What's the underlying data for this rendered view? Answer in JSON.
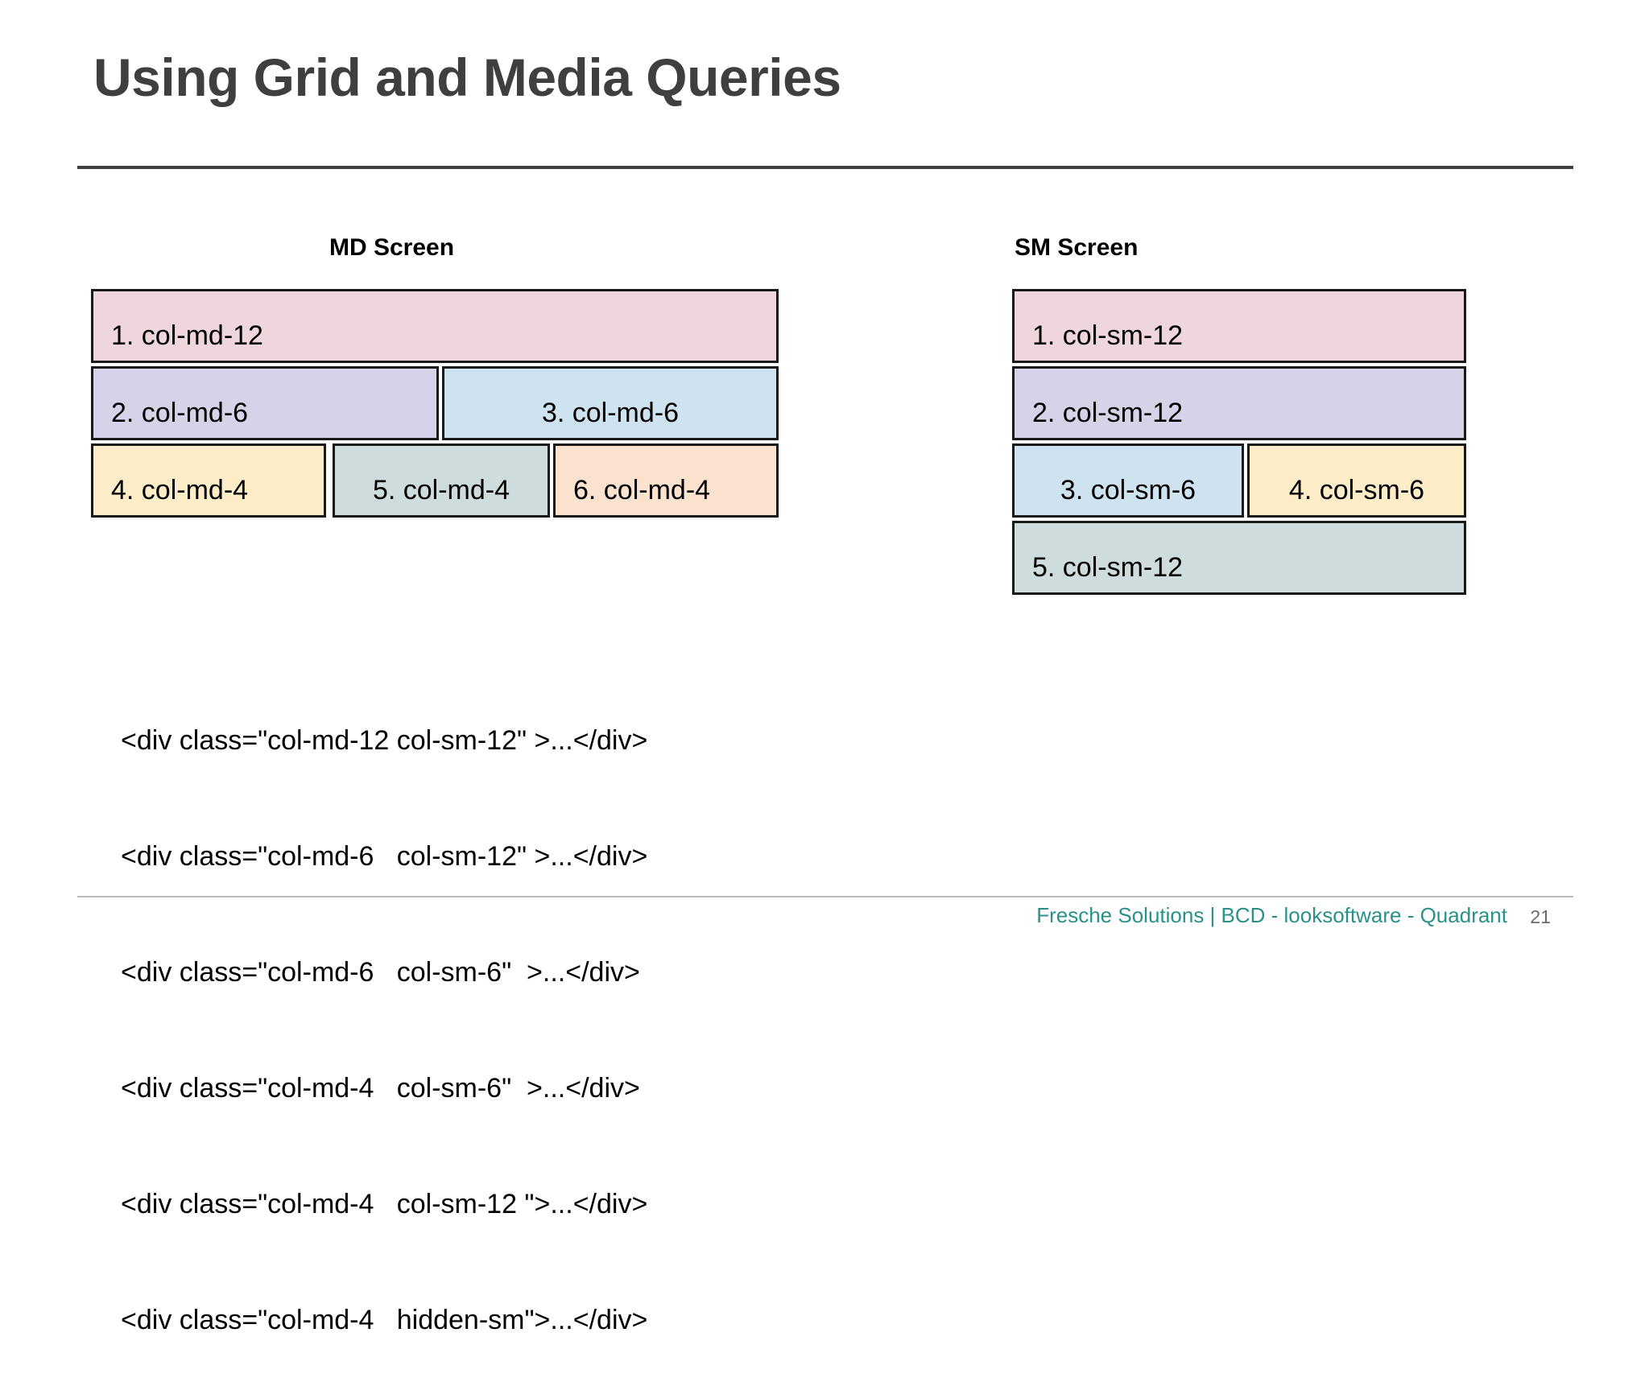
{
  "slide": {
    "title": "Using Grid and Media Queries",
    "page_number": "21",
    "footer_credit": "Fresche Solutions | BCD - looksoftware - Quadrant",
    "accent_color": "#2a9189",
    "title_color": "#3f3f3f",
    "background_color": "#ffffff"
  },
  "md_panel": {
    "heading": "MD Screen",
    "boxes": [
      {
        "label": "1. col-md-12",
        "fill": "#efd6dc",
        "span": 12
      },
      {
        "label": "2. col-md-6",
        "fill": "#d8d2e8",
        "span": 6
      },
      {
        "label": "3. col-md-6",
        "fill": "#cfe2f0",
        "span": 6
      },
      {
        "label": "4. col-md-4",
        "fill": "#fcecc8",
        "span": 4
      },
      {
        "label": "5. col-md-4",
        "fill": "#cfdcdd",
        "span": 4
      },
      {
        "label": "6. col-md-4",
        "fill": "#fae2cf",
        "span": 4
      }
    ]
  },
  "sm_panel": {
    "heading": "SM Screen",
    "boxes": [
      {
        "label": "1. col-sm-12",
        "fill": "#efd6dc",
        "span": 12
      },
      {
        "label": "2. col-sm-12",
        "fill": "#d8d2e8",
        "span": 12
      },
      {
        "label": "3. col-sm-6",
        "fill": "#cfe2f0",
        "span": 6
      },
      {
        "label": "4. col-sm-6",
        "fill": "#fcecc8",
        "span": 6
      },
      {
        "label": "5. col-sm-12",
        "fill": "#cfdcdd",
        "span": 12
      }
    ]
  },
  "code": {
    "lines": [
      "<div class=\"col-md-12 col-sm-12\" >...</div>",
      "<div class=\"col-md-6   col-sm-12\" >...</div>",
      "<div class=\"col-md-6   col-sm-6\"  >...</div>",
      "<div class=\"col-md-4   col-sm-6\"  >...</div>",
      "<div class=\"col-md-4   col-sm-12 \">...</div>",
      "<div class=\"col-md-4   hidden-sm\">...</div>"
    ]
  }
}
